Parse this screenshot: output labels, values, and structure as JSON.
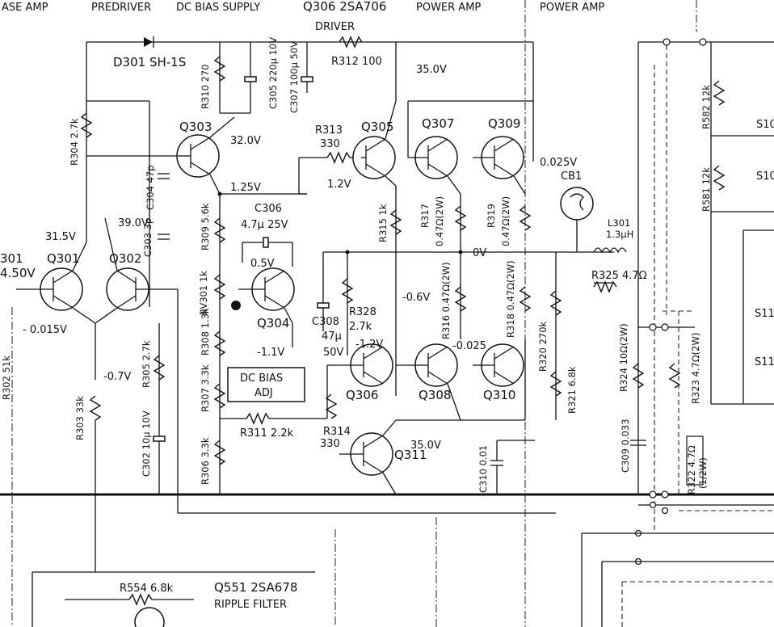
{
  "headers": {
    "base_amp": "ASE  AMP",
    "predriver": "PREDRIVER",
    "dc_bias_supply": "DC BIAS  SUPPLY",
    "q306_type": "Q306 2SA706",
    "driver": "DRIVER",
    "power_amp_1": "POWER  AMP",
    "power_amp_2": "POWER  AMP"
  },
  "transistors": {
    "q301": "Q301",
    "q302": "Q302",
    "q303": "Q303",
    "q304": "Q304",
    "q305": "Q305",
    "q306": "Q306",
    "q307": "Q307",
    "q308": "Q308",
    "q309": "Q309",
    "q310": "Q310",
    "q311": "Q311"
  },
  "diode": {
    "d301": "D301 SH-1S"
  },
  "resistors": {
    "r304": "R304 2.7k",
    "r310": "R310 270",
    "r312": "R312 100",
    "r313": "R313",
    "r313_val": "330",
    "r309": "R309 5.6k",
    "rv301": "RV301 1k",
    "r308": "R308 1.3k",
    "r307": "R307 3.3k",
    "r311": "R311 2.2k",
    "r305": "R305 2.7k",
    "r303": "R303 33k",
    "r302": "R302 51k",
    "r306": "R306 3.3k",
    "r315": "R315 1k",
    "r317": "R317",
    "r317_val": "0.47Ω(2W)",
    "r319": "R319",
    "r319_val": "0.47Ω(2W)",
    "r328": "R328",
    "r328_val": "2.7k",
    "r316": "R316 0.47Ω(2W)",
    "r318": "R318 0.47Ω(2W)",
    "r314": "R314",
    "r314_val": "330",
    "r320": "R320 270k",
    "r321": "R321 6.8k",
    "r325": "R325 4.7Ω",
    "r324": "R324 10Ω(2W)",
    "r323": "R323 4.7Ω(2W)",
    "r322": "R322 4.7Ω",
    "r322_val": "(1/2W)",
    "r554": "R554 6.8k",
    "r581": "R581 12k",
    "r582": "R582 12k"
  },
  "capacitors": {
    "c305": "C305 220μ 10V",
    "c307": "C307 100μ 50V",
    "c304": "C304 47p",
    "c303": "C303 3p",
    "c306": "C306",
    "c306_val": "4.7μ 25V",
    "c308": "C308",
    "c308_val": "47μ",
    "c308_v": "50V",
    "c302": "C302 10μ 10V",
    "c310": "C310 0.01",
    "c309": "C309 0.033",
    "c301_frag": "4.50V",
    "q301_frag": "301"
  },
  "voltages": {
    "v32": "32.0V",
    "v125": "1.25V",
    "v12": "1.2V",
    "v35a": "35.0V",
    "v0025": "0.025V",
    "v315": "31.5V",
    "v390": "39.0V",
    "v05": "0.5V",
    "v0015": "- 0.015V",
    "v07": "-0.7V",
    "v11": "-1.1V",
    "v12b": "-1.2V",
    "v06": "-0.6V",
    "v0025b": "-0.025",
    "v35b": "35.0V",
    "v0": "0V"
  },
  "blocks": {
    "dc_bias_adj_1": "DC BIAS",
    "dc_bias_adj_2": "ADJ"
  },
  "protection": {
    "cb1": "CB1",
    "l301": "L301",
    "l301_val": "1.3μH"
  },
  "ripple": {
    "q551": "Q551 2SA678",
    "ripple_filter": "RIPPLE FILTER"
  },
  "switches": {
    "s10": "S10",
    "s10b": "S10",
    "s11": "S11",
    "s11b": "S11-"
  }
}
